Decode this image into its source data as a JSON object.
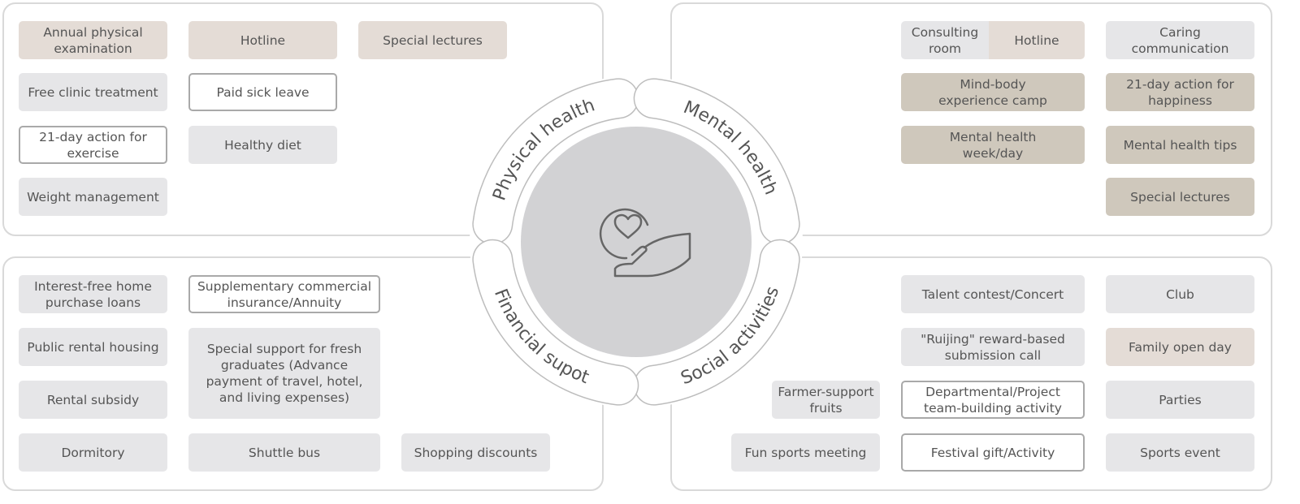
{
  "hub": {
    "icon": "hand-holding-heart-icon",
    "categories": [
      "Physical health",
      "Mental health",
      "Social activities",
      "Financial supot"
    ]
  },
  "physical_health": [
    "Annual physical examination",
    "Hotline",
    "Special lectures",
    "Free clinic treatment",
    "Paid sick leave",
    "21-day action for exercise",
    "Healthy diet",
    "Weight management"
  ],
  "mental_health": [
    "Consulting room",
    "Hotline",
    "Caring communication",
    "Mind-body experience camp",
    "21-day action for happiness",
    "Mental health week/day",
    "Mental health tips",
    "Special lectures"
  ],
  "financial_support": [
    "Interest-free home purchase loans",
    "Supplementary commercial insurance/Annuity",
    "Public rental housing",
    "Special support for fresh graduates (Advance payment of travel, hotel, and living expenses)",
    "Rental subsidy",
    "Dormitory",
    "Shuttle bus",
    "Shopping discounts"
  ],
  "social_activities": [
    "Talent contest/Concert",
    "Club",
    "\"Ruijing\" reward-based submission call",
    "Family open day",
    "Farmer-support fruits",
    "Departmental/Project team-building activity",
    "Parties",
    "Fun sports meeting",
    "Festival gift/Activity",
    "Sports event"
  ],
  "colors": {
    "light_gray": "#e6e6e8",
    "beige": "#e4dcd6",
    "tan": "#cfc8bc",
    "outline": "#a9a9a9",
    "hub": "#d2d2d4"
  }
}
